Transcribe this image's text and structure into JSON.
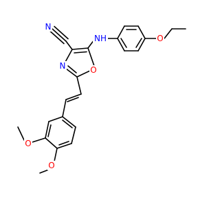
{
  "molecule": {
    "atoms": {
      "nitrile_n": {
        "label": "N",
        "color": "#0000FF"
      },
      "amine_nh": {
        "label": "NH",
        "color": "#0000FF"
      },
      "ether_o_top": {
        "label": "O",
        "color": "#FF0000"
      },
      "ring_n": {
        "label": "N",
        "color": "#0000FF"
      },
      "ring_o": {
        "label": "O",
        "color": "#FF0000"
      },
      "methoxy_o_1": {
        "label": "O",
        "color": "#FF0000"
      },
      "methoxy_o_2": {
        "label": "O",
        "color": "#FF0000"
      }
    },
    "bond_color": "#000000"
  }
}
